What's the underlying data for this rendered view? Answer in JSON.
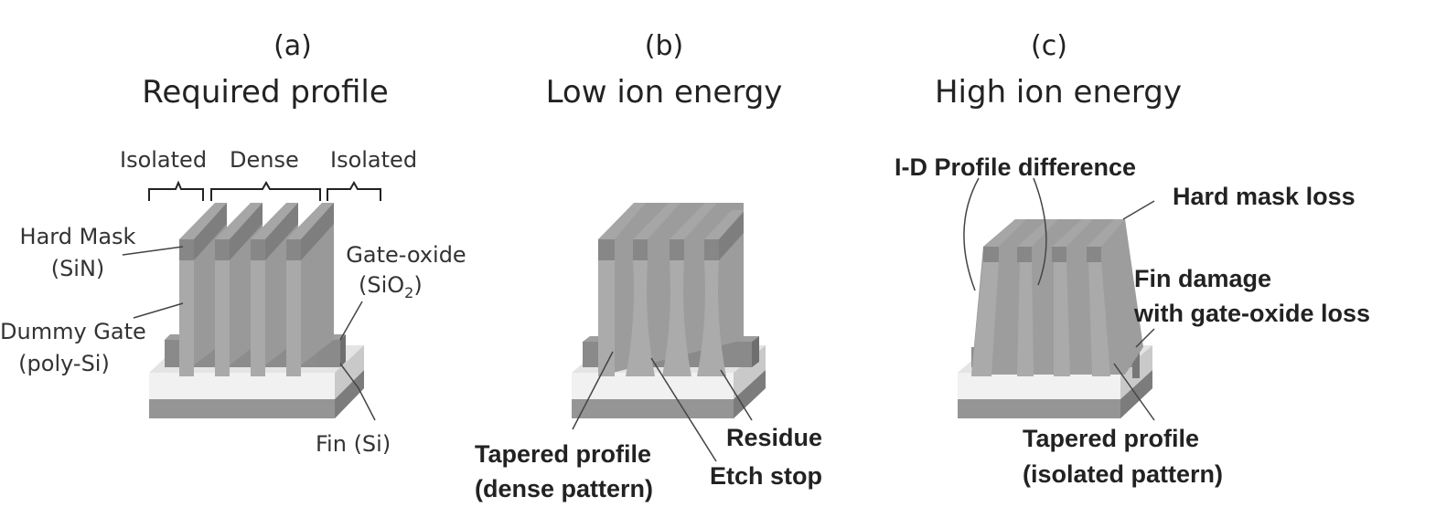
{
  "panels": [
    {
      "letter": "(a)",
      "title": "Required profile"
    },
    {
      "letter": "(b)",
      "title": "Low ion energy"
    },
    {
      "letter": "(c)",
      "title": "High ion energy"
    }
  ],
  "panel_a": {
    "isolated_left": "Isolated",
    "dense": "Dense",
    "isolated_right": "Isolated",
    "hard_mask": "Hard Mask",
    "hard_mask_sub": "(SiN)",
    "dummy_gate": "Dummy Gate",
    "dummy_gate_sub": "(poly-Si)",
    "gate_oxide": "Gate-oxide",
    "gate_oxide_sub_pre": "(SiO",
    "gate_oxide_sub_num": "2",
    "gate_oxide_sub_post": ")",
    "fin": "Fin (Si)"
  },
  "panel_b": {
    "tapered_line1": "Tapered profile",
    "tapered_line2": "(dense pattern)",
    "residue": "Residue",
    "etch_stop": "Etch stop"
  },
  "panel_c": {
    "id_diff": "I-D Profile difference",
    "hard_mask_loss": "Hard mask loss",
    "fin_damage_line1": "Fin damage",
    "fin_damage_line2": "with gate-oxide loss",
    "tapered_line1": "Tapered profile",
    "tapered_line2": "(isolated pattern)"
  },
  "colors": {
    "hard_mask_front": "#8c8c8c",
    "hard_mask_top": "#a8a8a8",
    "gate": "#a4a4a4",
    "gate_shadow": "#8e8e8e",
    "substrate_top": "#e2e2e2",
    "substrate_front": "#efefef",
    "base": "#959595",
    "oxide": "#8a8a8a"
  }
}
